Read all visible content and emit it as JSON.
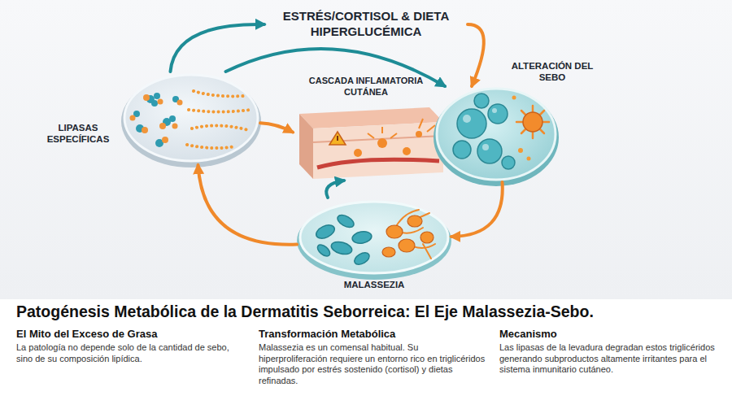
{
  "diagram": {
    "title": "Patogénesis Metabólica de la Dermatitis Seborreica: El Eje Malassezia-Sebo.",
    "nodes": [
      {
        "text": [
          "ESTRÉS/CORTISOL & DIETA HIPERGLUCÉMICA"
        ]
      },
      {
        "text": [
          "LIPASAS ESPECÍFICAS"
        ]
      },
      {
        "text": [
          "CASCADA INFLAMATORIA CUTÁNEA"
        ]
      },
      {
        "text": [
          "ALTERACIÓN DEL SEBO"
        ]
      },
      {
        "text": [
          "MALASSEZIA"
        ]
      }
    ],
    "edges": [
      {
        "from": 1,
        "to": 0,
        "arrow": "to"
      },
      {
        "from": 0,
        "to": 3,
        "arrow": "to"
      },
      {
        "from": 1,
        "to": 3,
        "arrow": "to"
      },
      {
        "from": 1,
        "to": 2,
        "arrow": "to"
      },
      {
        "from": 3,
        "to": 4,
        "arrow": "to"
      },
      {
        "from": 4,
        "to": 1,
        "arrow": "to"
      },
      {
        "from": 4,
        "to": 2,
        "arrow": "to"
      }
    ],
    "labels": [
      "El Mito del Exceso de Grasa",
      "La patología no depende solo de la cantidad de sebo, sino de su composición lipídica.",
      "Transformación Metabólica",
      "Malassezia es un comensal habitual. Su hiperproliferación requiere un entorno rico en triglicéridos impulsado por estrés sostenido (cortisol) y dietas refinadas.",
      "Mecanismo",
      "Las lipasas de la levadura degradan estos triglicéridos generando subproductos altamente irritantes para el sistema inmunitario cutáneo."
    ]
  }
}
